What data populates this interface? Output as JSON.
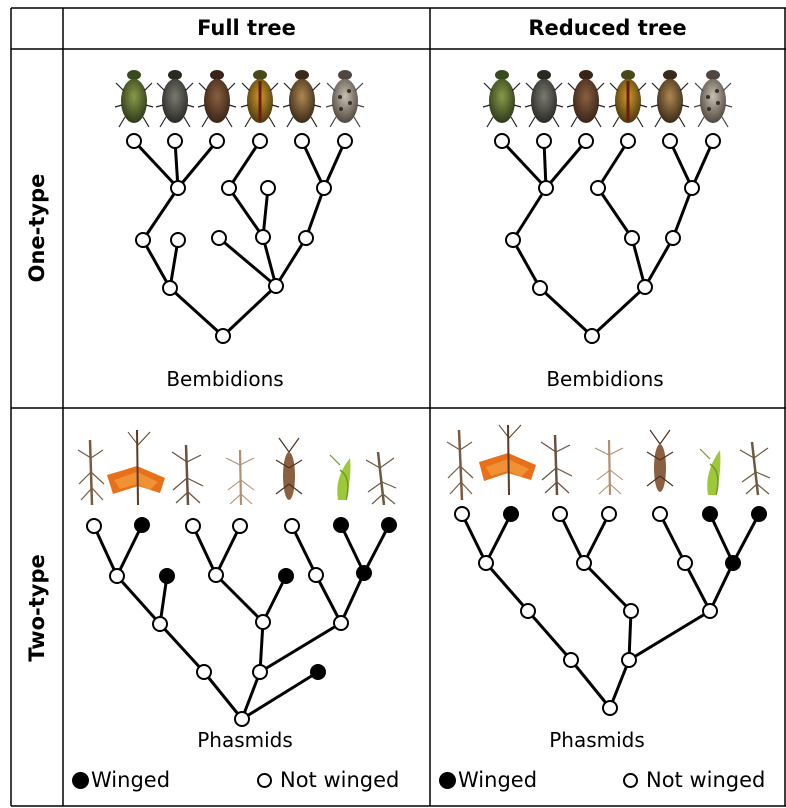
{
  "columns": [
    "Full tree",
    "Reduced tree"
  ],
  "rows": [
    "One-type",
    "Two-type"
  ],
  "captions": {
    "bembidions": "Bembidions",
    "phasmids": "Phasmids"
  },
  "legend": {
    "winged": "Winged",
    "not_winged": "Not winged"
  },
  "colors": {
    "node_fill": "#000000",
    "node_open": "#ffffff",
    "edge": "#000000"
  },
  "icons": [
    "beetle-photo",
    "stick-insect-photo",
    "winged-stick-insect-photo",
    "leaf-insect-photo"
  ]
}
